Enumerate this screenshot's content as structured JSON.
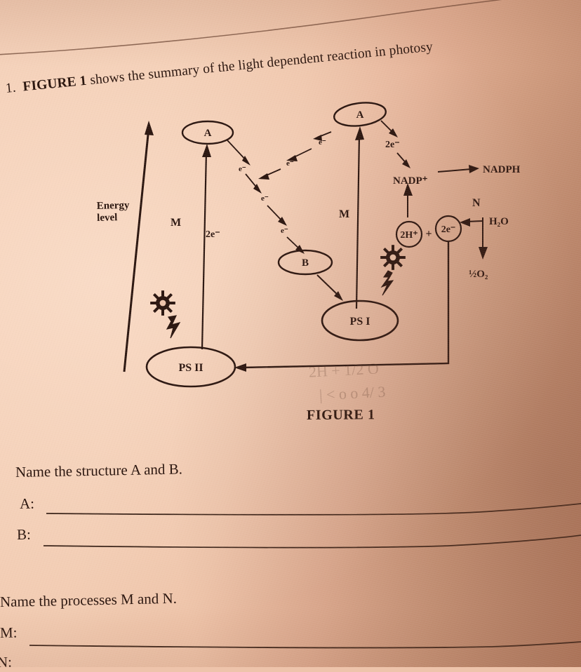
{
  "page": {
    "background_color": "#eec4ab",
    "ink_color": "#2b1610"
  },
  "question_1": {
    "number": "1.",
    "bold_part": "FIGURE 1",
    "rest": "shows the summary of the light dependent reaction in photosy",
    "full_text": "1.  FIGURE 1 shows the summary of the light dependent reaction in photosy"
  },
  "figure": {
    "caption": "FIGURE 1",
    "axis_label_line1": "Energy",
    "axis_label_line2": "level",
    "nodes": {
      "ps2": "PS II",
      "ps1": "PS I",
      "a_left": "A",
      "a_right": "A",
      "b": "B"
    },
    "labels": {
      "m_left": "M",
      "m_right": "M",
      "n": "N",
      "two_e_left": "2e⁻",
      "two_e_right": "2e⁻",
      "two_h_plus": "2H⁺",
      "two_e_circle": "2e⁻",
      "plus": "+",
      "nadp_plus": "NADP⁺",
      "nadph": "NADPH",
      "water": "H₂O",
      "oxygen": "½O₂",
      "electron": "e⁻"
    },
    "electron_chain_labels": [
      "e⁻",
      "e⁻",
      "e⁻",
      "e⁻",
      "e⁻",
      "e⁻"
    ],
    "icons": {
      "sun": "sun-icon",
      "lightning": "lightning-bolt-icon",
      "arrow": "arrow-icon"
    }
  },
  "question_a": {
    "prompt": "Name the structure A and B.",
    "field_a_label": "A:",
    "field_a_value": "",
    "field_b_label": "B:",
    "field_b_value": ""
  },
  "question_b": {
    "prompt": "Name the processes M and N.",
    "field_m_label": "M:",
    "field_m_value": "",
    "field_n_label": "N:",
    "field_n_value": ""
  }
}
